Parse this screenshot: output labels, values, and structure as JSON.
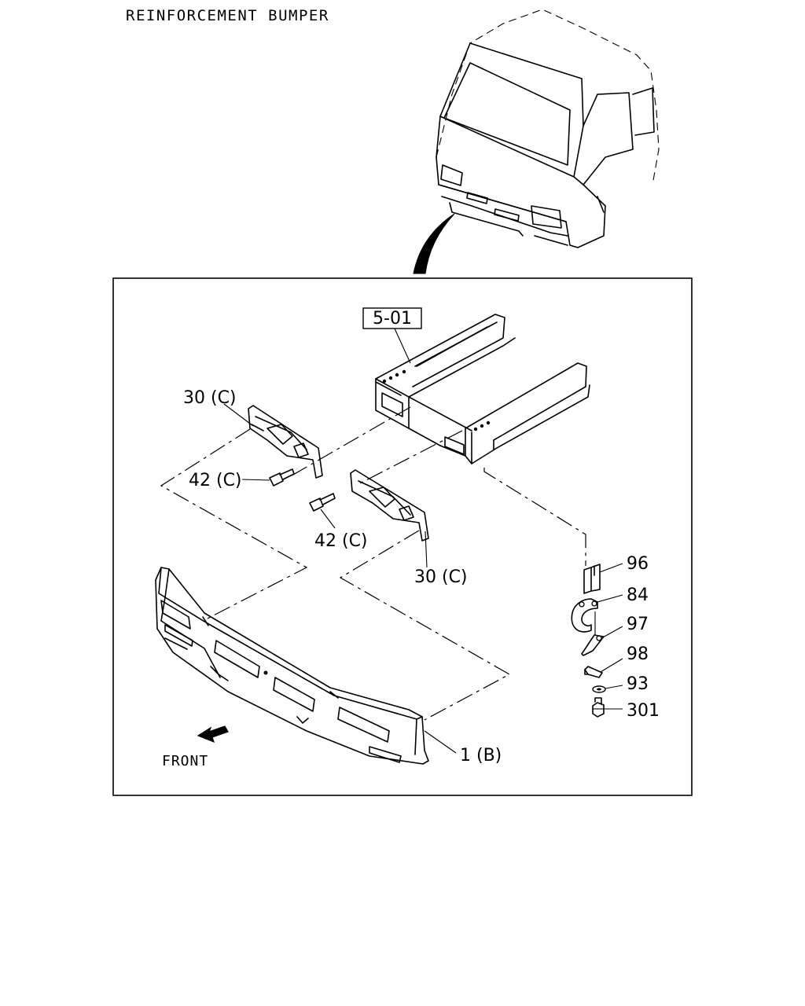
{
  "title": "REINFORCEMENT BUMPER",
  "frame_ref": "5-01",
  "direction_label": "FRONT",
  "callouts": {
    "bracket_upper": "30 (C)",
    "bolt_left": "42 (C)",
    "bolt_right": "42 (C)",
    "bracket_lower": "30 (C)",
    "bumper": "1 (B)",
    "p96": "96",
    "p84": "84",
    "p97": "97",
    "p98": "98",
    "p93": "93",
    "p301": "301"
  },
  "icons": {
    "front_arrow": "front-arrow-icon",
    "cab": "truck-cab-icon"
  }
}
